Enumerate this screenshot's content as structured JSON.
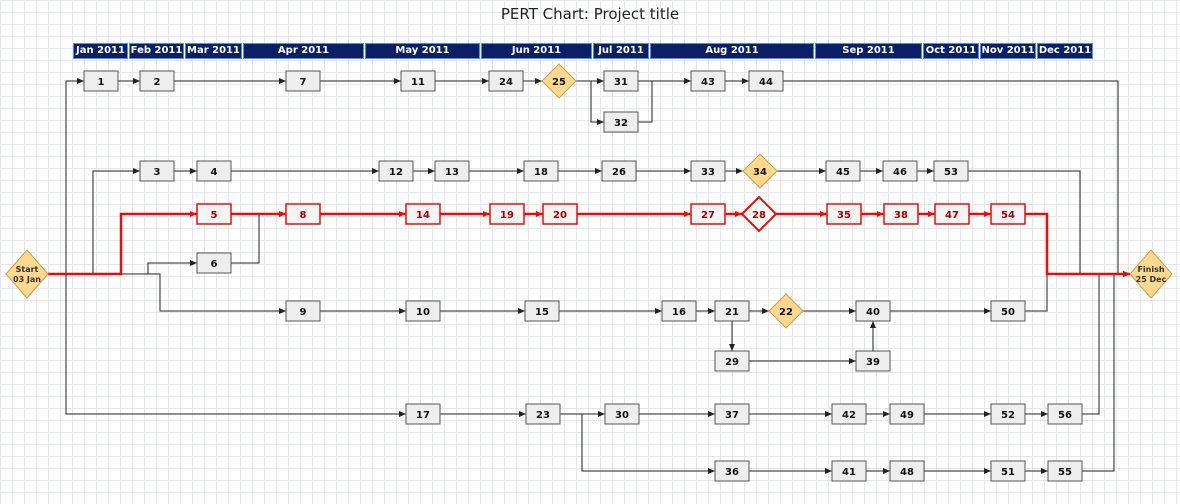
{
  "title": "PERT Chart: Project title",
  "timeline": {
    "months": [
      "Jan 2011",
      "Feb 2011",
      "Mar 2011",
      "Apr 2011",
      "May 2011",
      "Jun 2011",
      "Jul 2011",
      "Aug 2011",
      "Sep 2011",
      "Oct 2011",
      "Nov 2011",
      "Dec 2011"
    ]
  },
  "nodes": [
    {
      "id": "start",
      "type": "milestone",
      "lines": [
        "Start",
        "03 Jan"
      ]
    },
    {
      "id": "finish",
      "type": "milestone",
      "lines": [
        "Finish",
        "25 Dec"
      ]
    },
    {
      "id": "1",
      "label": "1"
    },
    {
      "id": "2",
      "label": "2"
    },
    {
      "id": "7",
      "label": "7"
    },
    {
      "id": "11",
      "label": "11"
    },
    {
      "id": "24",
      "label": "24"
    },
    {
      "id": "25",
      "label": "25",
      "type": "milestone"
    },
    {
      "id": "31",
      "label": "31"
    },
    {
      "id": "32",
      "label": "32"
    },
    {
      "id": "43",
      "label": "43"
    },
    {
      "id": "44",
      "label": "44"
    },
    {
      "id": "3",
      "label": "3"
    },
    {
      "id": "4",
      "label": "4"
    },
    {
      "id": "12",
      "label": "12"
    },
    {
      "id": "13",
      "label": "13"
    },
    {
      "id": "18",
      "label": "18"
    },
    {
      "id": "26",
      "label": "26"
    },
    {
      "id": "33",
      "label": "33"
    },
    {
      "id": "34",
      "label": "34",
      "type": "milestone"
    },
    {
      "id": "45",
      "label": "45"
    },
    {
      "id": "46",
      "label": "46"
    },
    {
      "id": "53",
      "label": "53"
    },
    {
      "id": "5",
      "label": "5",
      "critical": true
    },
    {
      "id": "8",
      "label": "8",
      "critical": true
    },
    {
      "id": "14",
      "label": "14",
      "critical": true
    },
    {
      "id": "19",
      "label": "19",
      "critical": true
    },
    {
      "id": "20",
      "label": "20",
      "critical": true
    },
    {
      "id": "27",
      "label": "27",
      "critical": true
    },
    {
      "id": "28",
      "label": "28",
      "type": "milestone",
      "critical": true
    },
    {
      "id": "35",
      "label": "35",
      "critical": true
    },
    {
      "id": "38",
      "label": "38",
      "critical": true
    },
    {
      "id": "47",
      "label": "47",
      "critical": true
    },
    {
      "id": "54",
      "label": "54",
      "critical": true
    },
    {
      "id": "6",
      "label": "6"
    },
    {
      "id": "9",
      "label": "9"
    },
    {
      "id": "10",
      "label": "10"
    },
    {
      "id": "15",
      "label": "15"
    },
    {
      "id": "16",
      "label": "16"
    },
    {
      "id": "21",
      "label": "21"
    },
    {
      "id": "22",
      "label": "22",
      "type": "milestone"
    },
    {
      "id": "40",
      "label": "40"
    },
    {
      "id": "50",
      "label": "50"
    },
    {
      "id": "29",
      "label": "29"
    },
    {
      "id": "39",
      "label": "39"
    },
    {
      "id": "17",
      "label": "17"
    },
    {
      "id": "23",
      "label": "23"
    },
    {
      "id": "30",
      "label": "30"
    },
    {
      "id": "37",
      "label": "37"
    },
    {
      "id": "42",
      "label": "42"
    },
    {
      "id": "49",
      "label": "49"
    },
    {
      "id": "52",
      "label": "52"
    },
    {
      "id": "56",
      "label": "56"
    },
    {
      "id": "36",
      "label": "36"
    },
    {
      "id": "41",
      "label": "41"
    },
    {
      "id": "48",
      "label": "48"
    },
    {
      "id": "51",
      "label": "51"
    },
    {
      "id": "55",
      "label": "55"
    }
  ],
  "edges": [
    [
      "start",
      "1"
    ],
    [
      "1",
      "2"
    ],
    [
      "2",
      "7"
    ],
    [
      "7",
      "11"
    ],
    [
      "11",
      "24"
    ],
    [
      "24",
      "25"
    ],
    [
      "25",
      "31"
    ],
    [
      "25",
      "32"
    ],
    [
      "31",
      "43"
    ],
    [
      "32",
      "43"
    ],
    [
      "43",
      "44"
    ],
    [
      "44",
      "finish"
    ],
    [
      "start",
      "3"
    ],
    [
      "3",
      "4"
    ],
    [
      "4",
      "12"
    ],
    [
      "12",
      "13"
    ],
    [
      "13",
      "18"
    ],
    [
      "18",
      "26"
    ],
    [
      "26",
      "33"
    ],
    [
      "33",
      "34"
    ],
    [
      "34",
      "45"
    ],
    [
      "45",
      "46"
    ],
    [
      "46",
      "53"
    ],
    [
      "53",
      "finish"
    ],
    [
      "start",
      "5",
      true
    ],
    [
      "5",
      "8",
      true
    ],
    [
      "8",
      "14",
      true
    ],
    [
      "14",
      "19",
      true
    ],
    [
      "19",
      "20",
      true
    ],
    [
      "20",
      "27",
      true
    ],
    [
      "27",
      "28",
      true
    ],
    [
      "28",
      "35",
      true
    ],
    [
      "35",
      "38",
      true
    ],
    [
      "38",
      "47",
      true
    ],
    [
      "47",
      "54",
      true
    ],
    [
      "54",
      "finish",
      true
    ],
    [
      "start",
      "6"
    ],
    [
      "6",
      "8"
    ],
    [
      "start",
      "9"
    ],
    [
      "9",
      "10"
    ],
    [
      "10",
      "15"
    ],
    [
      "15",
      "16"
    ],
    [
      "16",
      "21"
    ],
    [
      "21",
      "22"
    ],
    [
      "22",
      "40"
    ],
    [
      "40",
      "50"
    ],
    [
      "50",
      "finish"
    ],
    [
      "21",
      "29"
    ],
    [
      "29",
      "39"
    ],
    [
      "39",
      "40"
    ],
    [
      "start",
      "17"
    ],
    [
      "17",
      "23"
    ],
    [
      "23",
      "30"
    ],
    [
      "23",
      "36"
    ],
    [
      "30",
      "37"
    ],
    [
      "37",
      "42"
    ],
    [
      "42",
      "49"
    ],
    [
      "49",
      "52"
    ],
    [
      "52",
      "56"
    ],
    [
      "56",
      "finish"
    ],
    [
      "36",
      "41"
    ],
    [
      "41",
      "48"
    ],
    [
      "48",
      "51"
    ],
    [
      "51",
      "55"
    ],
    [
      "55",
      "finish"
    ]
  ]
}
